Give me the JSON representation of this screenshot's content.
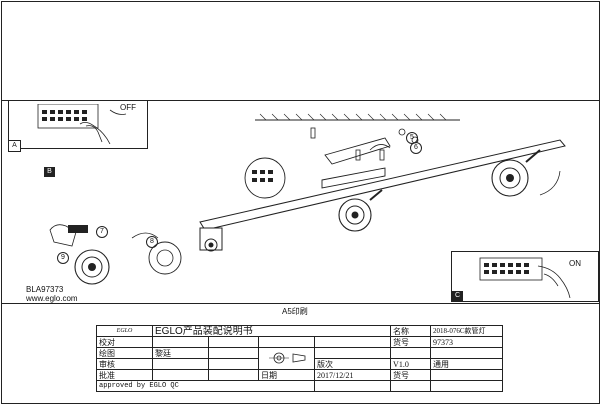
{
  "panels": {
    "a": {
      "letter": "A",
      "switch_label": "OFF"
    },
    "b": {
      "letter": "B"
    },
    "c": {
      "letter": "C",
      "switch_label": "ON"
    }
  },
  "callouts": [
    "5",
    "6",
    "7",
    "8",
    "9"
  ],
  "product": {
    "code": "BLA97373",
    "website": "www.eglo.com"
  },
  "print_note": "A5印刷",
  "title_block": {
    "logo_text": "EGLO",
    "brand_title": "EGLO产品装配说明书",
    "r1": {
      "label": "校对",
      "name_label": "名称",
      "name_value": "2018-076C款管灯"
    },
    "r2": {
      "label": "绘图",
      "value": "黎廷",
      "goods_label": "货号",
      "goods_value": "97373"
    },
    "r3": {
      "label": "审核",
      "version_label": "版次",
      "version_value": "V1.0",
      "general_label": "通用"
    },
    "r4": {
      "label": "批准",
      "date_label": "日期",
      "date_value": "2017/12/21",
      "goods_label": "货号"
    },
    "footer": "approved by EGLO QC"
  }
}
